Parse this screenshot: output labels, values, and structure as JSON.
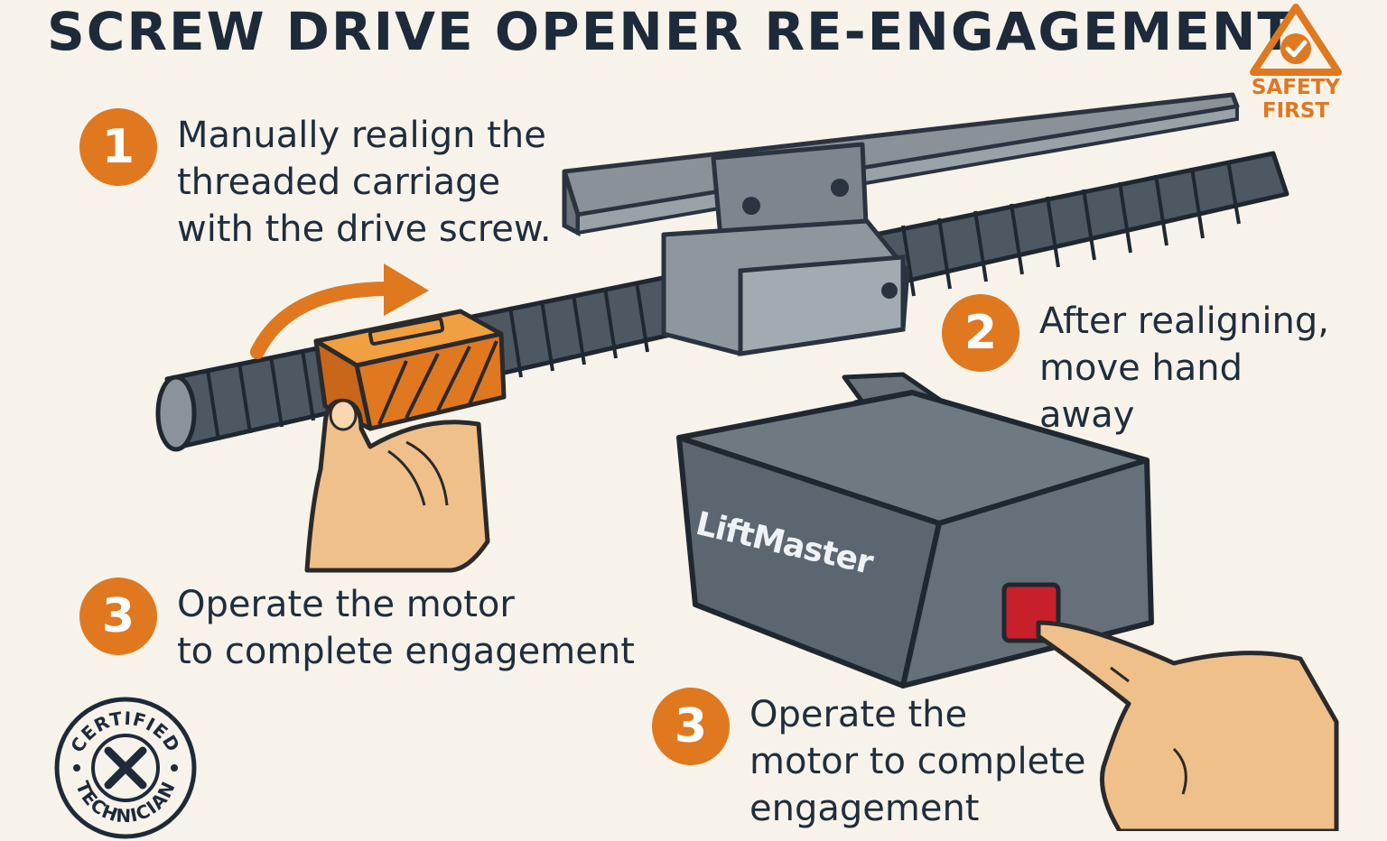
{
  "title": "SCREW DRIVE OPENER RE-ENGAGEMENT",
  "safety_badge": {
    "icon": "warning-triangle-check-icon",
    "label": "SAFETY\nFIRST",
    "color": "#e0781f"
  },
  "steps": [
    {
      "number": "1",
      "text": "Manually realign the\nthreaded carriage\nwith the drive screw."
    },
    {
      "number": "2",
      "text": "After realigning,\nmove hand away"
    },
    {
      "number": "3",
      "text": "Operate the motor\nto complete engagement"
    },
    {
      "number": "3",
      "text": "Operate the\nmotor to complete\nengagement"
    }
  ],
  "opener_brand": "LiftMaster",
  "certified_seal": {
    "top": "CERTIFIED",
    "bottom": "TECHNICIAN",
    "icon": "crossed-tools-icon"
  },
  "colors": {
    "accent": "#e0781f",
    "dark": "#1d2a3a",
    "metal": "#5c6670",
    "background": "#f7f3ea"
  }
}
